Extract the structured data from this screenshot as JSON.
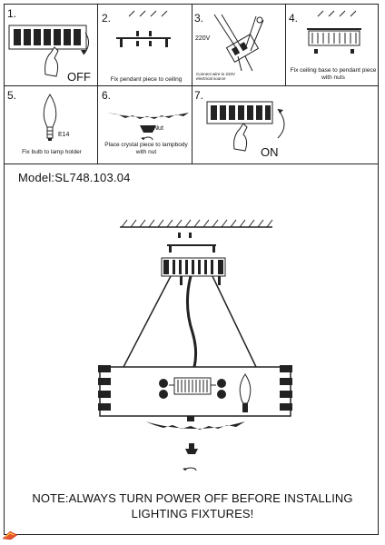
{
  "steps": [
    {
      "number": "1.",
      "label": "OFF"
    },
    {
      "number": "2.",
      "caption": "Fix pendant piece to ceiling"
    },
    {
      "number": "3.",
      "voltage": "220V",
      "caption": "Connect wire to 220V electrical source"
    },
    {
      "number": "4.",
      "caption": "Fix ceiling base to pendant piece with nuts"
    },
    {
      "number": "5.",
      "bulb": "E14",
      "caption": "Fix bulb to lamp holder"
    },
    {
      "number": "6.",
      "nut_label": "Nut",
      "caption": "Place crystal piece to lampbody with nut"
    },
    {
      "number": "7.",
      "label": "ON"
    }
  ],
  "model": "Model:SL748.103.04",
  "note_line1": "NOTE:ALWAYS TURN POWER OFF BEFORE INSTALLING",
  "note_line2": "LIGHTING FIXTURES!",
  "icons": [
    "hand-switch-icon",
    "ceiling-mount-icon",
    "wiring-icon",
    "bulb-icon",
    "nut-icon",
    "chandelier-diagram"
  ]
}
